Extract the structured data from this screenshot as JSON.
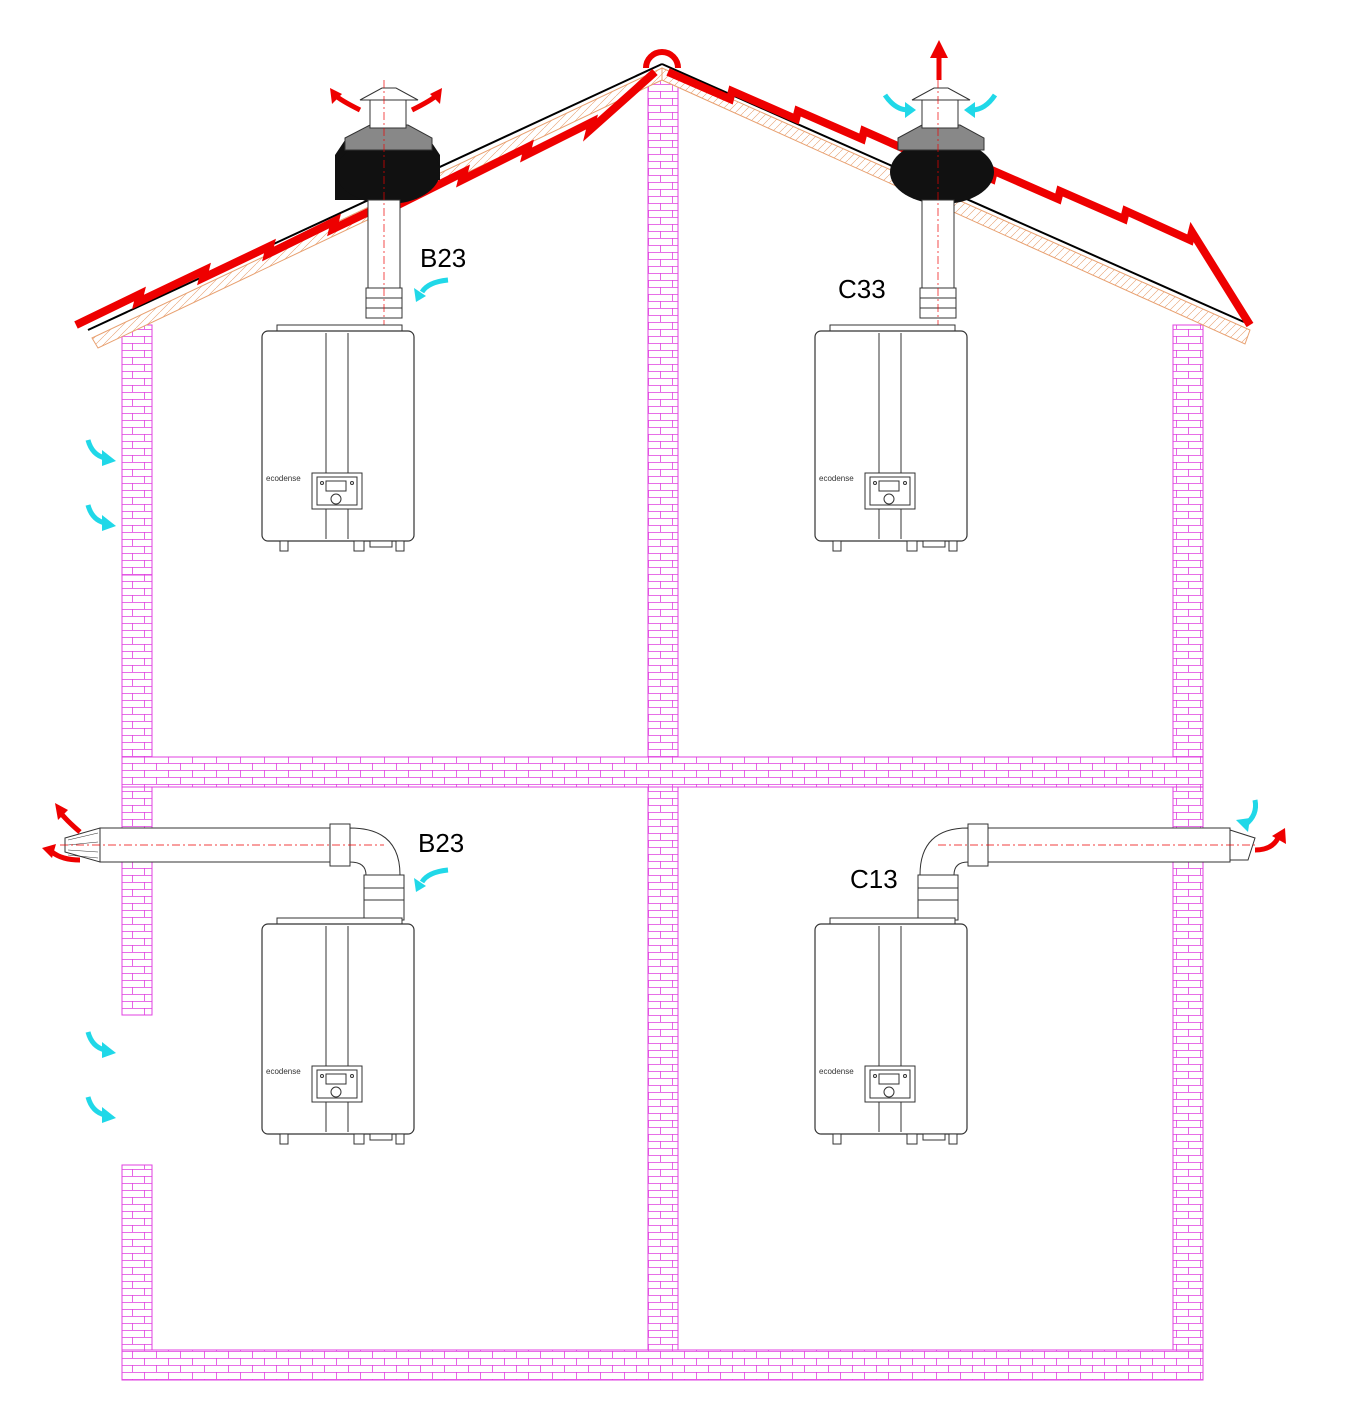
{
  "labels": {
    "top_left": "B23",
    "top_right": "C33",
    "bottom_left": "B23",
    "bottom_right": "C13"
  },
  "brand": "ecodense",
  "colors": {
    "wall": "#e040e0",
    "roof_tile": "#ee0000",
    "roof_timber": "#e8a070",
    "exhaust_arrow": "#ee0000",
    "intake_arrow": "#20d8e8",
    "cap_dark": "#111111"
  }
}
